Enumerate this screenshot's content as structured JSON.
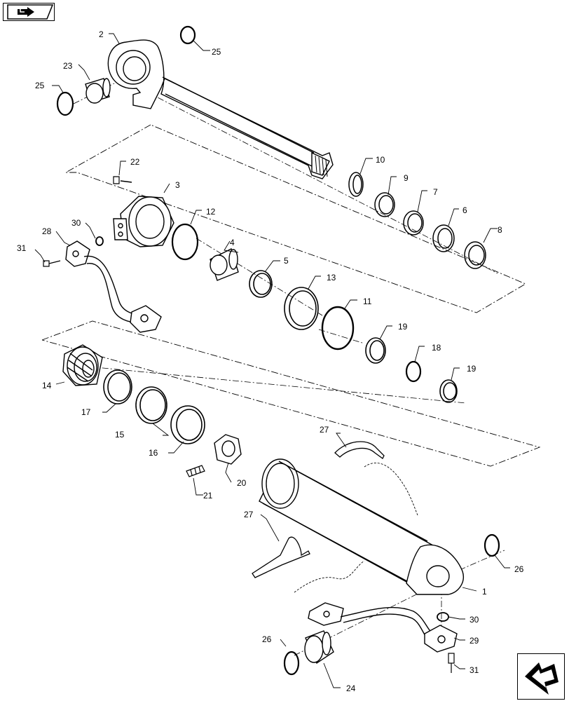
{
  "diagram": {
    "callouts": {
      "c1": "1",
      "c2": "2",
      "c3": "3",
      "c4": "4",
      "c5": "5",
      "c6": "6",
      "c7": "7",
      "c8": "8",
      "c9": "9",
      "c10": "10",
      "c11": "11",
      "c12": "12",
      "c13": "13",
      "c14": "14",
      "c15": "15",
      "c16": "16",
      "c17": "17",
      "c18": "18",
      "c19a": "19",
      "c19b": "19",
      "c20": "20",
      "c21": "21",
      "c22": "22",
      "c23": "23",
      "c24": "24",
      "c25a": "25",
      "c25b": "25",
      "c26a": "26",
      "c26b": "26",
      "c27a": "27",
      "c27b": "27",
      "c28": "28",
      "c29": "29",
      "c30a": "30",
      "c30b": "30",
      "c31a": "31",
      "c31b": "31"
    }
  },
  "navigation": {
    "previous_icon": "arrow-back-icon",
    "next_icon": "arrow-forward-icon"
  }
}
